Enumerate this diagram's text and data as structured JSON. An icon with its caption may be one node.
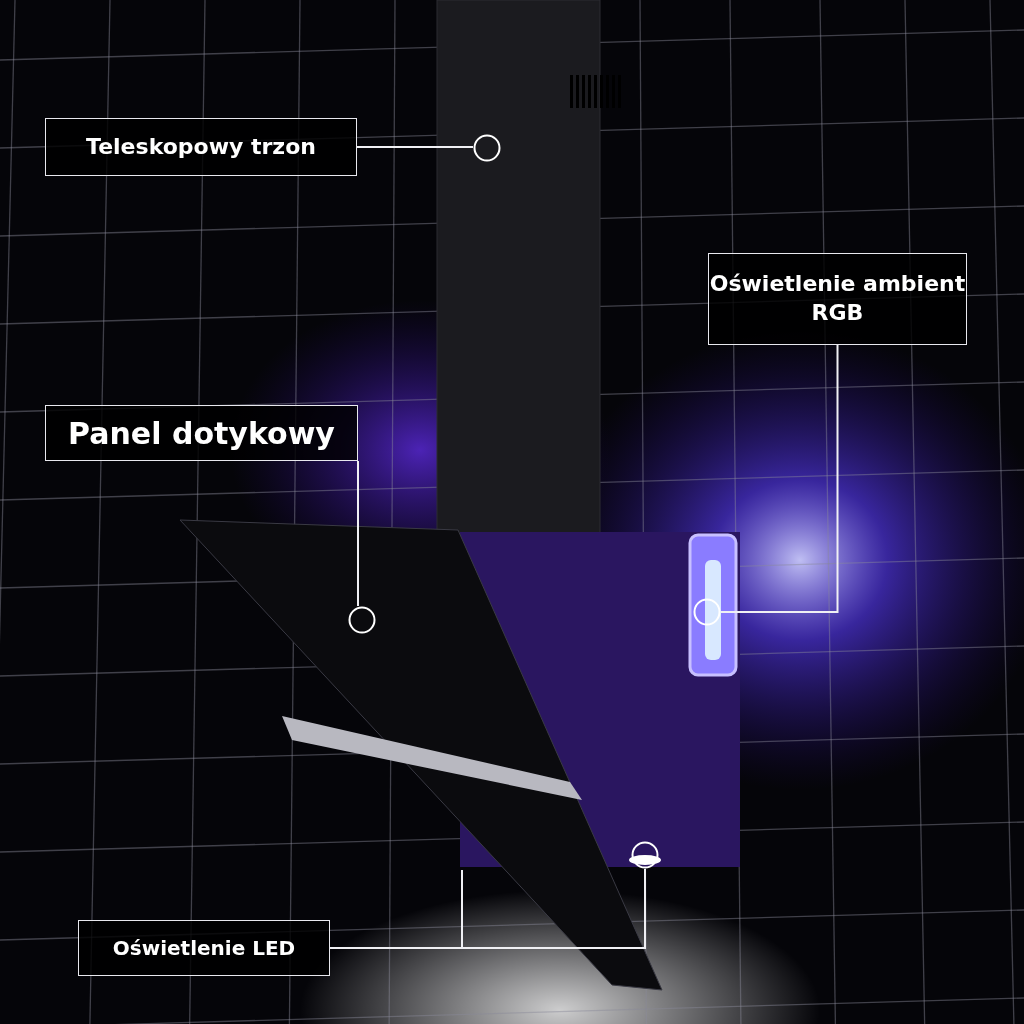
{
  "diagram": {
    "nodes": [
      {
        "text": [
          "Teleskopowy trzon"
        ]
      },
      {
        "text": [],
        "shape": "circle"
      },
      {
        "text": [
          "Oświetlenie ambient RGB"
        ]
      },
      {
        "text": [],
        "shape": "circle"
      },
      {
        "text": [
          "Panel dotykowy"
        ]
      },
      {
        "text": [],
        "shape": "circle"
      },
      {
        "text": [
          "Oświetlenie LED"
        ]
      },
      {
        "text": [],
        "shape": "circle"
      }
    ],
    "edges": [
      {
        "from": 0,
        "to": 1,
        "arrow": "none"
      },
      {
        "from": 2,
        "to": 3,
        "arrow": "none"
      },
      {
        "from": 4,
        "to": 5,
        "arrow": "none"
      },
      {
        "from": 6,
        "to": null,
        "arrow": "none"
      },
      {
        "from": 6,
        "to": 7,
        "arrow": "none"
      }
    ]
  }
}
